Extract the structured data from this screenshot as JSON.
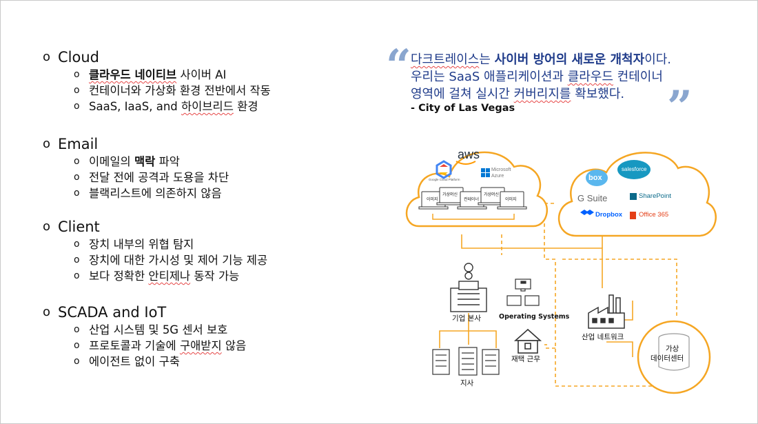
{
  "sections": [
    {
      "title": "Cloud",
      "items": [
        [
          {
            "t": "클라우드 네이티브",
            "b": true,
            "sq": true
          },
          {
            "t": " 사이버 AI"
          }
        ],
        [
          {
            "t": "컨테이너와 가상화 환경 전반에서 작동"
          }
        ],
        [
          {
            "t": "SaaS, IaaS, and "
          },
          {
            "t": "하이브리드",
            "sq": true
          },
          {
            "t": " 환경"
          }
        ]
      ]
    },
    {
      "title": "Email",
      "items": [
        [
          {
            "t": "이메일의 "
          },
          {
            "t": "맥락",
            "b": true
          },
          {
            "t": " 파악"
          }
        ],
        [
          {
            "t": "전달 전에 공격과 도용을 차단"
          }
        ],
        [
          {
            "t": "블랙리스트에 의존하지 않음"
          }
        ]
      ]
    },
    {
      "title": "Client",
      "items": [
        [
          {
            "t": "장치 내부의 위협 탐지"
          }
        ],
        [
          {
            "t": "장치에 대한 가시성 및 제어 기능 제공"
          }
        ],
        [
          {
            "t": "보다 정확한 "
          },
          {
            "t": "안티제나",
            "sq": true
          },
          {
            "t": " 동작 가능"
          }
        ]
      ]
    },
    {
      "title": "SCADA and IoT",
      "items": [
        [
          {
            "t": "산업 시스템 및 5G 센서 보호"
          }
        ],
        [
          {
            "t": "프로토콜과 기술에 "
          },
          {
            "t": "구애받지",
            "sq": true
          },
          {
            "t": " 않음"
          }
        ],
        [
          {
            "t": "에이전트 없이 구축"
          }
        ]
      ]
    }
  ],
  "quote": {
    "lines": [
      [
        {
          "t": "다크트레이스",
          "sq": true
        },
        {
          "t": "는 "
        },
        {
          "t": "사이버 방어의 새로운 개척자",
          "b": true
        },
        {
          "t": "이다."
        }
      ],
      [
        {
          "t": "우리는 SaaS 애플리케이션과 "
        },
        {
          "t": "클라우드",
          "sq": true
        },
        {
          "t": " 컨테이너"
        }
      ],
      [
        {
          "t": "영역에 걸쳐 실시간 "
        },
        {
          "t": "커버리지를",
          "sq": true
        },
        {
          "t": " 확보했다."
        }
      ]
    ],
    "source": "- City of Las Vegas"
  },
  "diagram": {
    "cloud_left": {
      "aws": "aws",
      "google": "Google Cloud Platform",
      "ms1": "Microsoft",
      "ms2": "Azure",
      "screens": [
        "이미지",
        "가상머신",
        "컨테이너",
        "가상머신",
        "이미지"
      ]
    },
    "cloud_right": {
      "box": "box",
      "salesforce": "salesforce",
      "gsuite": "G Suite",
      "sharepoint": "SharePoint",
      "dropbox": "Dropbox",
      "office": "Office 365"
    },
    "nodes": {
      "hq": "기업 본사",
      "os": "Operating Systems",
      "industrial": "산업 네트워크",
      "remote": "재택 근무",
      "branch": "지사",
      "dc1": "가상",
      "dc2": "데이터센터"
    },
    "colors": {
      "orange": "#f5a623",
      "line": "#555555",
      "quote": "#1f3b8a"
    }
  }
}
